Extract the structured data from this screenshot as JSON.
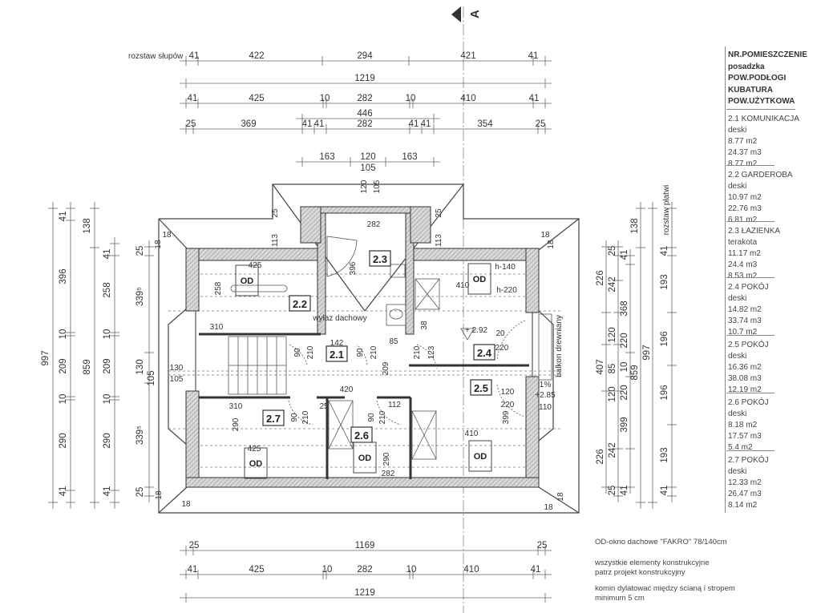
{
  "section_marker": "A",
  "dims": {
    "row1_label": "rozstaw słupów",
    "row1": [
      "41",
      "422",
      "294",
      "421",
      "41"
    ],
    "row2": [
      "1219"
    ],
    "row3": [
      "41",
      "425",
      "10",
      "282",
      "10",
      "410",
      "41"
    ],
    "row4a": [
      "446"
    ],
    "row4": [
      "25",
      "369",
      "41",
      "41",
      "282",
      "41",
      "41",
      "354",
      "25"
    ],
    "row5": [
      "163",
      "120",
      "163"
    ],
    "row6": [
      "105"
    ],
    "bottom1": [
      "25",
      "1169",
      "25"
    ],
    "bottom2": [
      "41",
      "425",
      "10",
      "282",
      "10",
      "410",
      "41"
    ],
    "bottom3": [
      "1219"
    ],
    "leftA": [
      "997"
    ],
    "leftB": [
      "41",
      "396",
      "10",
      "209",
      "10",
      "290",
      "41"
    ],
    "leftC": [
      "138",
      "859"
    ],
    "leftD": [
      "41",
      "258",
      "10",
      "209",
      "10",
      "290",
      "41"
    ],
    "leftE": [
      "25",
      "339⁵",
      "130",
      "105",
      "339⁵",
      "25"
    ],
    "right1": [
      "226",
      "407",
      "226"
    ],
    "right2": [
      "25",
      "242",
      "120",
      "85",
      "120",
      "242",
      "25"
    ],
    "right3": [
      "41",
      "368",
      "220",
      "10",
      "220",
      "399",
      "41"
    ],
    "right4": [
      "138",
      "859"
    ],
    "right5": [
      "997"
    ],
    "right6": [
      "41",
      "193",
      "196",
      "196",
      "193",
      "41"
    ],
    "right6_label": "rozstaw płatwi"
  },
  "plan": {
    "rooms": [
      "2.1",
      "2.2",
      "2.3",
      "2.4",
      "2.5",
      "2.6",
      "2.7"
    ],
    "roof_windows": [
      "OD",
      "OD",
      "OD",
      "OD",
      "OD"
    ],
    "annotations": [
      "425",
      "258",
      "310",
      "282",
      "396",
      "120",
      "105",
      "113",
      "113",
      "25",
      "25",
      "18",
      "18",
      "18",
      "18",
      "18",
      "18",
      "18",
      "18",
      "h-140",
      "h-220",
      "410",
      "wyłaz dachowy",
      "+ 2.92",
      "142",
      "90",
      "210",
      "90",
      "210",
      "85",
      "209",
      "123",
      "20",
      "220",
      "balkon drewniany",
      "1%",
      "+2.85",
      "110",
      "420",
      "310",
      "290",
      "210",
      "90",
      "210",
      "25",
      "112",
      "290",
      "282",
      "410",
      "120",
      "220",
      "399",
      "425",
      "130",
      "105",
      "90",
      "210",
      "38"
    ]
  },
  "legend": {
    "header": [
      "NR.POMIESZCZENIE",
      "posadzka",
      "POW.PODŁOGI",
      "KUBATURA",
      "POW.UŻYTKOWA"
    ],
    "rooms": [
      {
        "name": "2.1 KOMUNIKACJA",
        "floor": "deski",
        "area": "8.77 m2",
        "volume": "24.37 m3",
        "usable": "8.77 m2"
      },
      {
        "name": "2.2 GARDEROBA",
        "floor": "deski",
        "area": "10.97 m2",
        "volume": "22.76 m3",
        "usable": "6.81 m2"
      },
      {
        "name": "2.3 ŁAZIENKA",
        "floor": "terakota",
        "area": "11.17 m2",
        "volume": "24.4 m3",
        "usable": "8.53 m2"
      },
      {
        "name": "2.4 POKÓJ",
        "floor": "deski",
        "area": "14.82 m2",
        "volume": "33.74 m3",
        "usable": "10.7 m2"
      },
      {
        "name": "2.5 POKÓJ",
        "floor": "deski",
        "area": "16.36 m2",
        "volume": "38.08 m3",
        "usable": "12.19 m2"
      },
      {
        "name": "2.6 POKÓJ",
        "floor": "deski",
        "area": "8.18 m2",
        "volume": "17.57 m3",
        "usable": "5.4 m2"
      },
      {
        "name": "2.7 POKÓJ",
        "floor": "deski",
        "area": "12.33 m2",
        "volume": "26.47 m3",
        "usable": "8.14 m2"
      }
    ]
  },
  "notes": {
    "od_note": "OD-okno dachowe \"FAKRO\" 78/140cm",
    "structural_1": "wszystkie elementy konstrukcyjne",
    "structural_2": "patrz projekt konstrukcyjny",
    "chimney_1": "komin dylatować między ścianą i stropem",
    "chimney_2": "minimum 5 cm"
  }
}
